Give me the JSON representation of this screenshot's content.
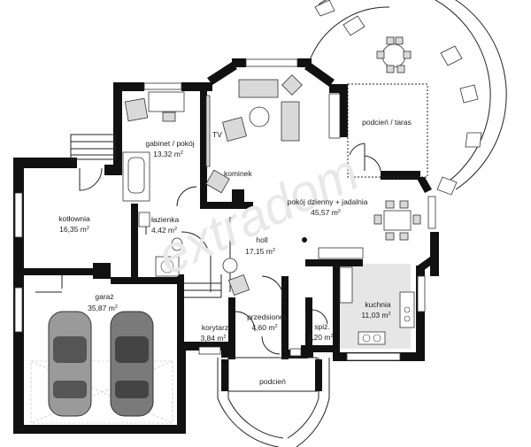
{
  "rooms": {
    "gabinet": {
      "name": "gabinet / pokój",
      "area": "13,32 m",
      "unit_sup": "2"
    },
    "tv": {
      "name": "TV"
    },
    "kominek": {
      "name": "kominek"
    },
    "podcien_taras": {
      "name": "podcień / taras"
    },
    "pokoj_dzienny": {
      "name": "pokój dzienny + jadalnia",
      "area": "45,57 m",
      "unit_sup": "2"
    },
    "kotlownia": {
      "name": "kotłownia",
      "area": "16,35 m",
      "unit_sup": "2"
    },
    "lazienka": {
      "name": "łazienka",
      "area": "4,42 m",
      "unit_sup": "2"
    },
    "holl": {
      "name": "holl",
      "area": "17,15 m",
      "unit_sup": "2"
    },
    "garaz": {
      "name": "garaż",
      "area": "35,87 m",
      "unit_sup": "2"
    },
    "kuchnia": {
      "name": "kuchnia",
      "area": "11,03 m",
      "unit_sup": "2"
    },
    "korytarz": {
      "name": "korytarz",
      "area": "3,84 m",
      "unit_sup": "2"
    },
    "przedsionek": {
      "name": "przedsionek",
      "area": "4,60 m",
      "unit_sup": "2"
    },
    "spizarnia": {
      "name": "spiż.",
      "area": "2,20 m",
      "unit_sup": "2"
    },
    "podcien_wejscie": {
      "name": "podcień"
    }
  },
  "colors": {
    "wall": "#111111",
    "furniture": "#d9d9d9",
    "kitchen_floor": "#e6e6e6",
    "watermark": "#e8e8e8"
  }
}
